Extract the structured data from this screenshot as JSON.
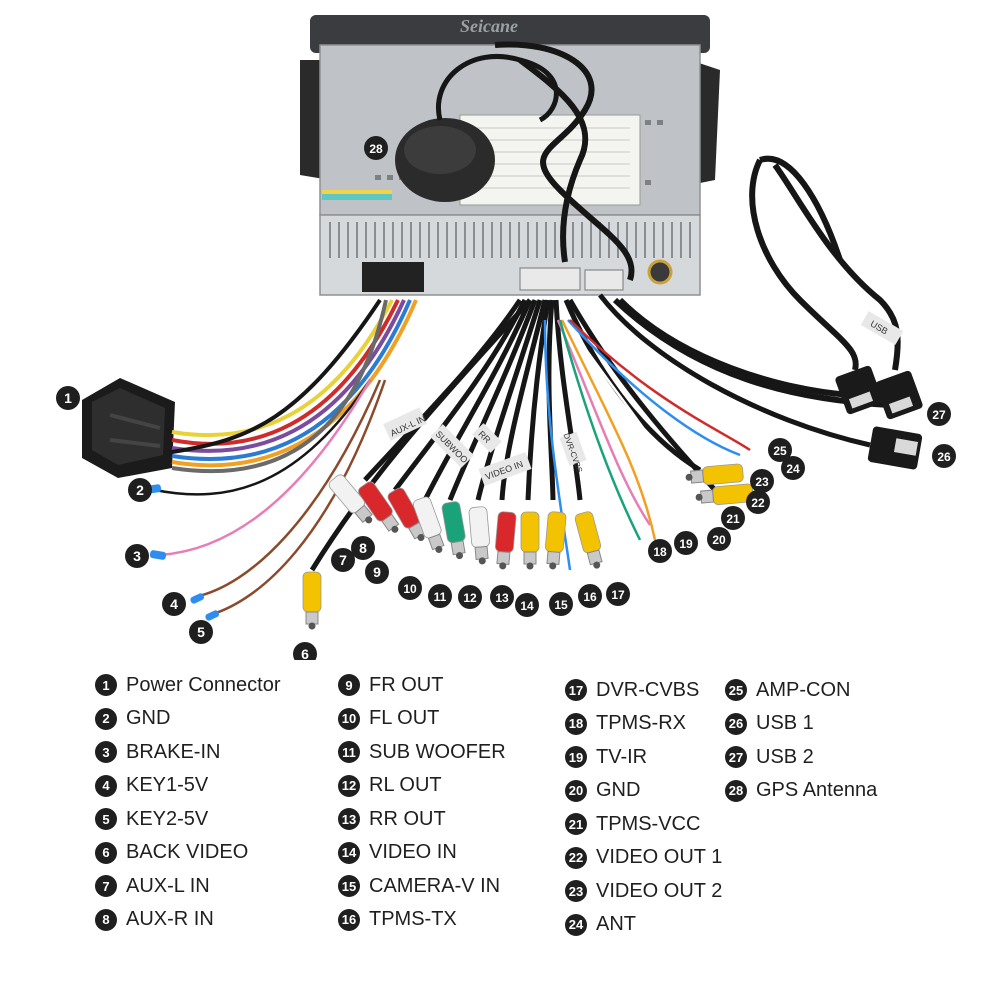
{
  "brand": "Seicane",
  "callouts": [
    "1",
    "2",
    "3",
    "4",
    "5",
    "6",
    "7",
    "8",
    "9",
    "10",
    "11",
    "12",
    "13",
    "14",
    "15",
    "16",
    "17",
    "18",
    "19",
    "20",
    "21",
    "22",
    "23",
    "24",
    "25",
    "26",
    "27",
    "28"
  ],
  "wire_tags": {
    "aux_l": "AUX-L IN",
    "subwoofer": "SUBWOO",
    "rr": "RR",
    "video_in": "VIDEO IN",
    "dvr": "DVR-CVBS",
    "usb": "USB"
  },
  "legend": [
    {
      "num": "1",
      "label": "Power Connector"
    },
    {
      "num": "2",
      "label": "GND"
    },
    {
      "num": "3",
      "label": "BRAKE-IN"
    },
    {
      "num": "4",
      "label": "KEY1-5V"
    },
    {
      "num": "5",
      "label": "KEY2-5V"
    },
    {
      "num": "6",
      "label": "BACK VIDEO"
    },
    {
      "num": "7",
      "label": "AUX-L IN"
    },
    {
      "num": "8",
      "label": "AUX-R IN"
    },
    {
      "num": "9",
      "label": "FR OUT"
    },
    {
      "num": "10",
      "label": "FL OUT"
    },
    {
      "num": "11",
      "label": "SUB WOOFER"
    },
    {
      "num": "12",
      "label": "RL OUT"
    },
    {
      "num": "13",
      "label": "RR OUT"
    },
    {
      "num": "14",
      "label": "VIDEO IN"
    },
    {
      "num": "15",
      "label": "CAMERA-V IN"
    },
    {
      "num": "16",
      "label": "TPMS-TX"
    },
    {
      "num": "17",
      "label": "DVR-CVBS"
    },
    {
      "num": "18",
      "label": "TPMS-RX"
    },
    {
      "num": "19",
      "label": "TV-IR"
    },
    {
      "num": "20",
      "label": "GND"
    },
    {
      "num": "21",
      "label": "TPMS-VCC"
    },
    {
      "num": "22",
      "label": "VIDEO OUT 1"
    },
    {
      "num": "23",
      "label": "VIDEO OUT 2"
    },
    {
      "num": "24",
      "label": "ANT"
    },
    {
      "num": "25",
      "label": "AMP-CON"
    },
    {
      "num": "26",
      "label": "USB 1"
    },
    {
      "num": "27",
      "label": "USB 2"
    },
    {
      "num": "28",
      "label": "GPS Antenna"
    }
  ],
  "colors": {
    "unit_body": "#b8bcc0",
    "heatsink": "#d3d6d9",
    "cable": "#161616",
    "rca_red": "#d9282b",
    "rca_white": "#f2f2f2",
    "rca_yellow": "#f3c200",
    "rca_green": "#1aa37a",
    "callout_bg": "#1f1f1f"
  }
}
